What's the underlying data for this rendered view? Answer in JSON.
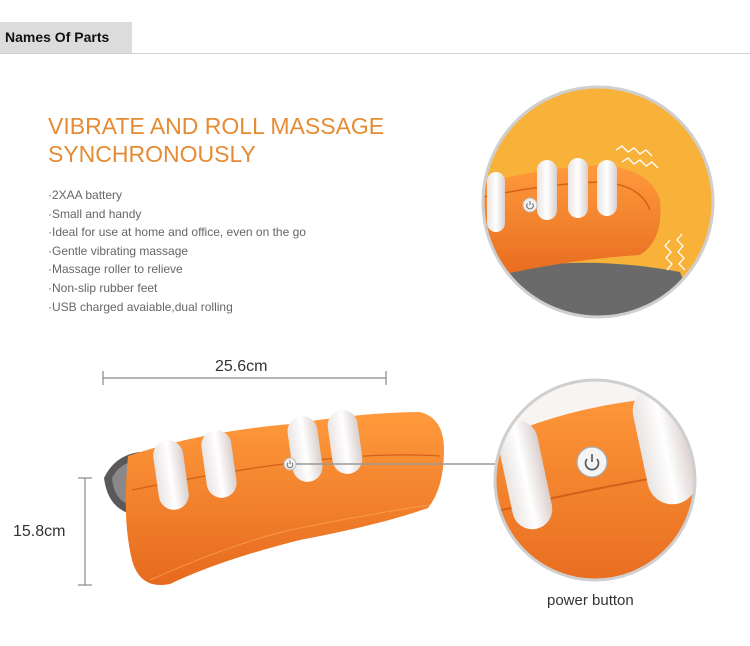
{
  "section_tab": "Names Of Parts",
  "headline": {
    "line1": "VIBRATE AND ROLL MASSAGE",
    "line2": "SYNCHRONOUSLY"
  },
  "features": [
    "2XAA battery",
    "Small and handy",
    "Ideal for use at home and office, even on the go",
    "Gentle vibrating massage",
    "Massage roller to relieve",
    "Non-slip rubber feet",
    "USB charged avaiable,dual rolling"
  ],
  "dimensions": {
    "width": "25.6cm",
    "height": "15.8cm"
  },
  "callout": {
    "power_button": "power button"
  },
  "colors": {
    "accent": "#e58b34",
    "device_orange": "#f0792a",
    "circle_bg": "#f8b23a"
  }
}
